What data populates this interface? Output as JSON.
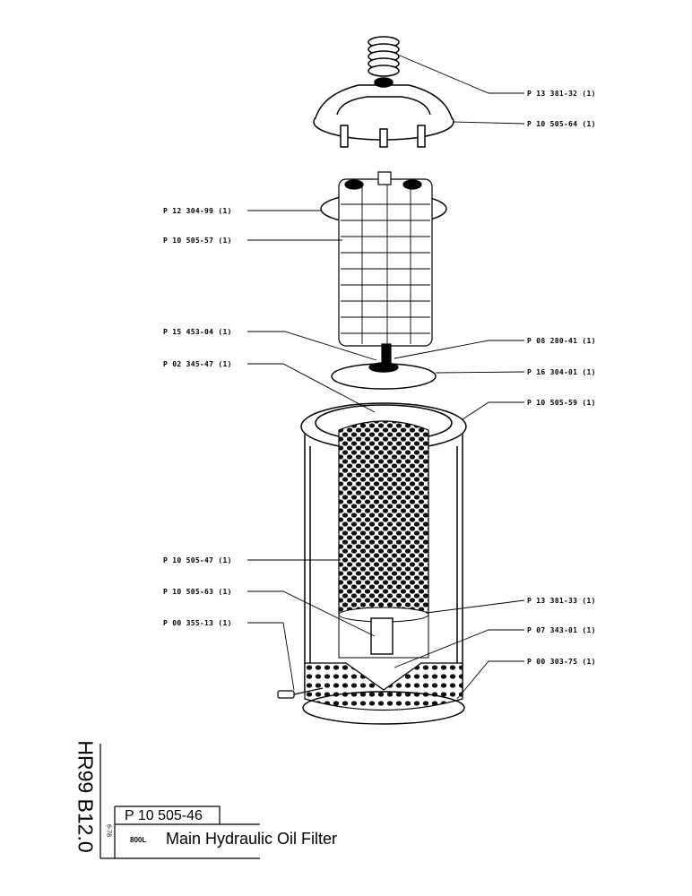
{
  "callouts": {
    "spring": "P 13 381-32 (1)",
    "filter_cover": "P 10 505-64 (1)",
    "o_ring_top": "P 12 304-99 (1)",
    "filter_element": "P 10 505-57 (1)",
    "center_seal": "P 15 453-04 (1)",
    "bolt": "P 02 345-47 (1)",
    "nut": "P 08 280-41 (1)",
    "gasket": "P 16 304-01 (1)",
    "housing": "P 10 505-59 (1)",
    "strainer": "P 10 505-47 (1)",
    "bottom_spacer": "P 10 505-63 (1)",
    "drain_plug": "P 00 355-13 (1)",
    "ring_lower": "P 13 381-33 (1)",
    "washer": "P 07 343-01 (1)",
    "o_ring_bottom": "P 00 303-75 (1)"
  },
  "title_block": {
    "doc_code": "HR99 B12.0",
    "date": "6-78",
    "part_number": "P 10  505-46",
    "capacity": "800L",
    "title": "Main Hydraulic Oil Filter"
  }
}
